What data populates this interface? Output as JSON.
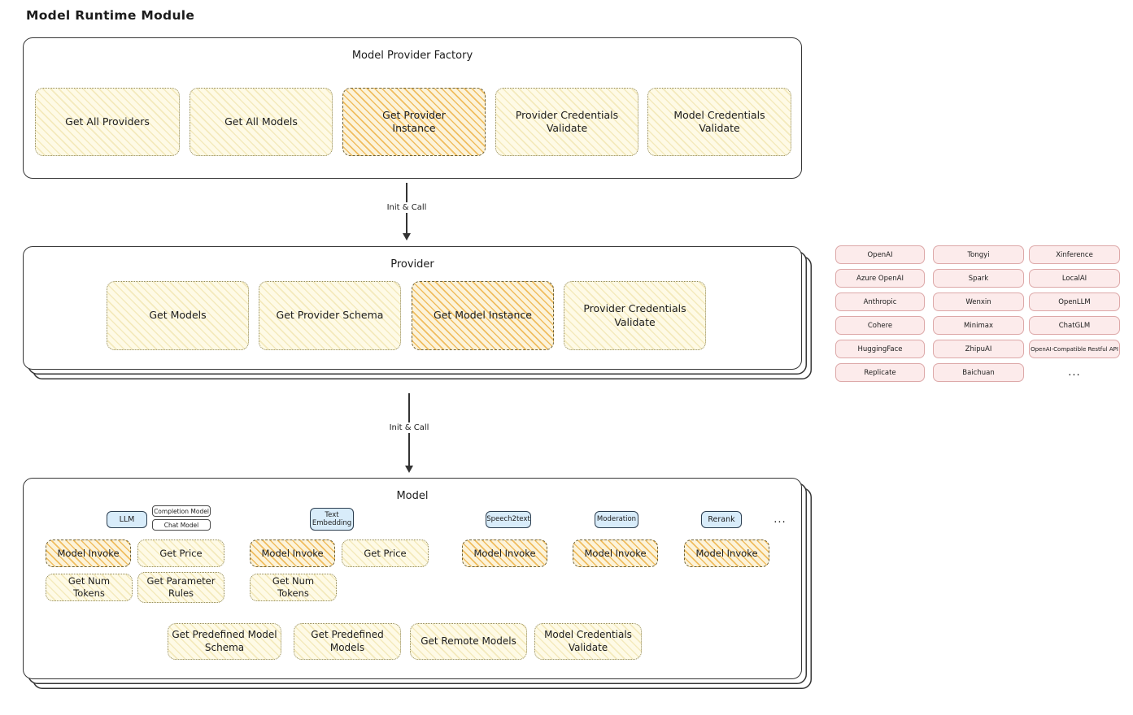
{
  "page": {
    "title": "Model Runtime Module"
  },
  "arrows": {
    "factory_to_provider": "Init & Call",
    "provider_to_model": "Init & Call"
  },
  "factory": {
    "title": "Model Provider Factory",
    "items": [
      "Get All Providers",
      "Get All Models",
      "Get Provider Instance",
      "Provider Credentials Validate",
      "Model Credentials Validate"
    ]
  },
  "provider": {
    "title": "Provider",
    "items": [
      "Get Models",
      "Get Provider Schema",
      "Get Model Instance",
      "Provider Credentials Validate"
    ]
  },
  "vendors": {
    "grid": [
      [
        "OpenAI",
        "Tongyi",
        "Xinference"
      ],
      [
        "Azure OpenAI",
        "Spark",
        "LocalAI"
      ],
      [
        "Anthropic",
        "Wenxin",
        "OpenLLM"
      ],
      [
        "Cohere",
        "Minimax",
        "ChatGLM"
      ],
      [
        "HuggingFace",
        "ZhipuAI",
        "OpenAI-Compatible Restful API"
      ],
      [
        "Replicate",
        "Baichuan"
      ]
    ],
    "more": "..."
  },
  "model": {
    "title": "Model",
    "tags": {
      "llm": "LLM",
      "completion_model": "Completion Model",
      "chat_model": "Chat Model",
      "text_embedding": "Text Embedding",
      "speech2text": "Speech2text",
      "moderation": "Moderation",
      "rerank": "Rerank",
      "more": "..."
    },
    "llm_ops": [
      "Model Invoke",
      "Get Price",
      "Get Num Tokens",
      "Get Parameter Rules"
    ],
    "text_embedding_ops": [
      "Model Invoke",
      "Get Price",
      "Get Num Tokens"
    ],
    "speech2text_ops": [
      "Model Invoke"
    ],
    "moderation_ops": [
      "Model Invoke"
    ],
    "rerank_ops": [
      "Model Invoke"
    ],
    "common_ops": [
      "Get Predefined Model Schema",
      "Get Predefined Models",
      "Get Remote Models",
      "Model Credentials Validate"
    ]
  }
}
